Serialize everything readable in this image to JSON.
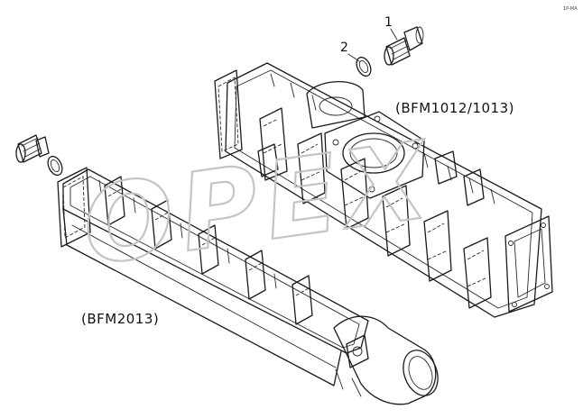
{
  "diagram": {
    "corner_mark": "1P-MA",
    "watermark": "OPEX",
    "callouts": [
      {
        "number": "1",
        "part": "plug"
      },
      {
        "number": "2",
        "part": "seal-ring"
      }
    ],
    "assemblies": [
      {
        "label": "(BFM1012/1013)"
      },
      {
        "label": "(BFM2013)"
      }
    ]
  }
}
